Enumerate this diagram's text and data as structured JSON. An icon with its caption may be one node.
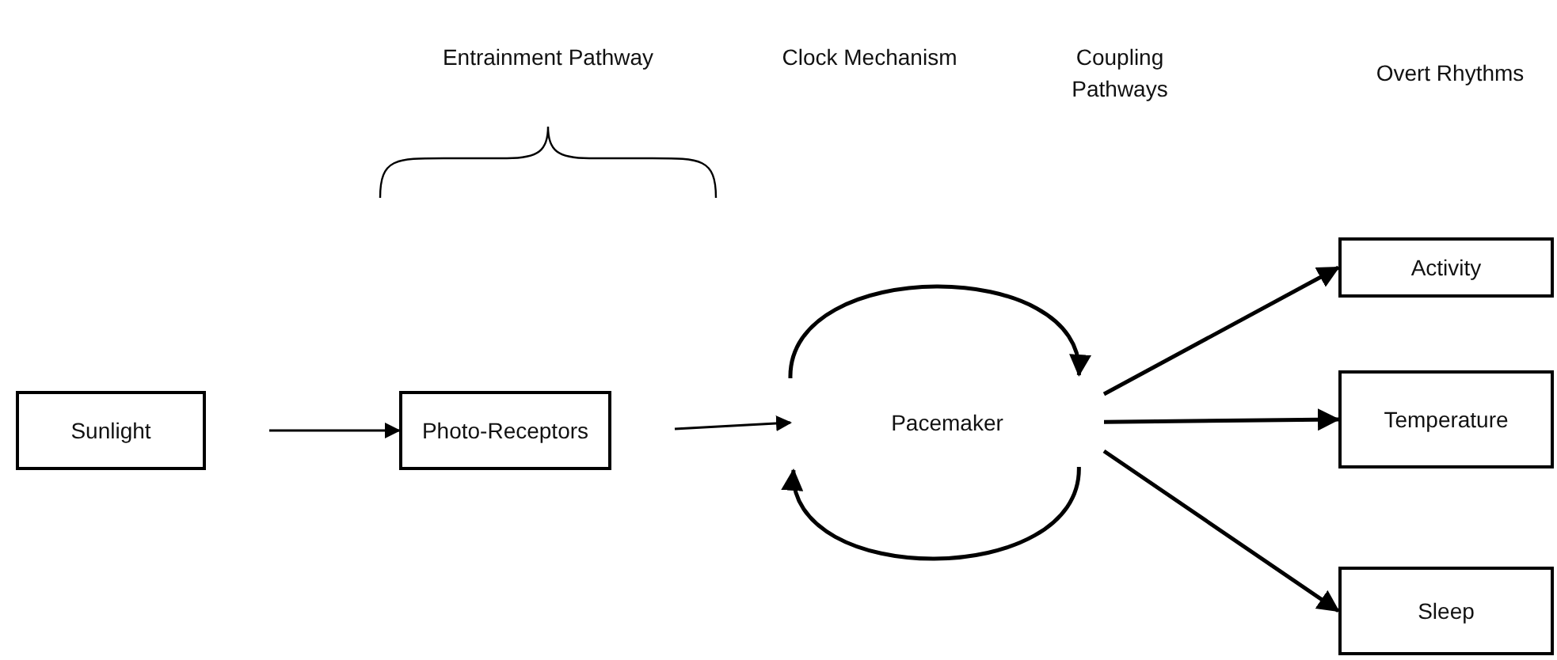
{
  "diagram": {
    "nodes": [
      {
        "text": [
          "Sunlight"
        ]
      },
      {
        "text": [
          "Photo-Receptors"
        ]
      },
      {
        "text": [
          "Pacemaker"
        ]
      },
      {
        "text": [
          "Activity"
        ]
      },
      {
        "text": [
          "Temperature"
        ]
      },
      {
        "text": [
          "Sleep"
        ]
      }
    ],
    "edges": [
      {
        "from": 0,
        "to": 1,
        "arrow": "to"
      },
      {
        "from": 1,
        "to": 2,
        "arrow": "to"
      },
      {
        "from": 2,
        "to": 2,
        "arrow": "to"
      },
      {
        "from": 2,
        "to": 2,
        "arrow": "to"
      },
      {
        "from": 2,
        "to": 3,
        "arrow": "to"
      },
      {
        "from": 2,
        "to": 4,
        "arrow": "to"
      },
      {
        "from": 2,
        "to": 5,
        "arrow": "to"
      }
    ],
    "labels": [
      "Entrainment Pathway",
      "Clock Mechanism",
      "Coupling Pathways",
      "Overt Rhythms"
    ]
  }
}
